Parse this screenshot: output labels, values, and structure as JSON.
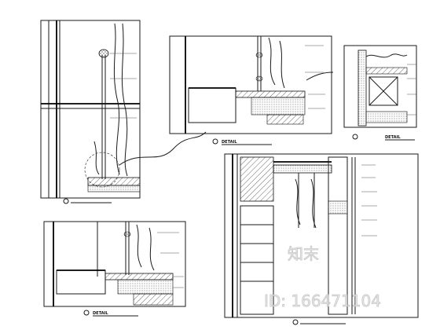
{
  "sheets": {
    "top_right": {
      "caption": "DETAIL"
    },
    "bottom_left": {
      "caption": "DETAIL"
    },
    "far_right": {
      "caption": "DETAIL"
    }
  },
  "watermark": {
    "logo_text": "知末",
    "id_text": "ID: 166471104"
  }
}
